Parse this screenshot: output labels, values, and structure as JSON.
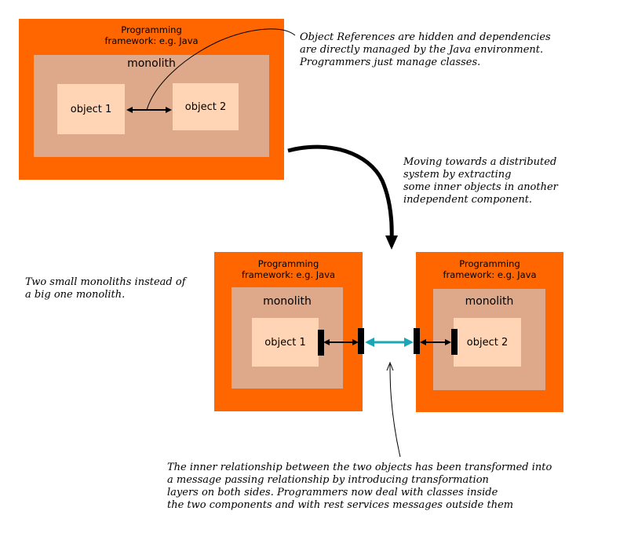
{
  "top": {
    "framework": "Programming\nframework: e.g. Java",
    "monolith": "monolith",
    "object1": "object 1",
    "object2": "object 2"
  },
  "bottom_left": {
    "framework": "Programming\nframework: e.g. Java",
    "monolith": "monolith",
    "object": "object 1"
  },
  "bottom_right": {
    "framework": "Programming\nframework: e.g. Java",
    "monolith": "monolith",
    "object": "object 2"
  },
  "notes": {
    "references": "Object References are hidden and dependencies\nare directly managed by the Java environment.\nProgrammers just manage classes.",
    "moving": "Moving towards a distributed\nsystem by extracting\nsome inner objects in another\nindependent component.",
    "two_monoliths": "Two small monoliths instead of\na big one monolith.",
    "relationship": "The inner relationship between the two objects has been transformed into\na message passing relationship by introducing transformation\nlayers on both sides. Programmers now deal with classes inside\nthe two components and with rest services messages outside them"
  },
  "colors": {
    "outer": "#ff6600",
    "middle": "#dda98a",
    "inner": "#ffd5b5",
    "message_arrow": "#1aa6b7"
  }
}
